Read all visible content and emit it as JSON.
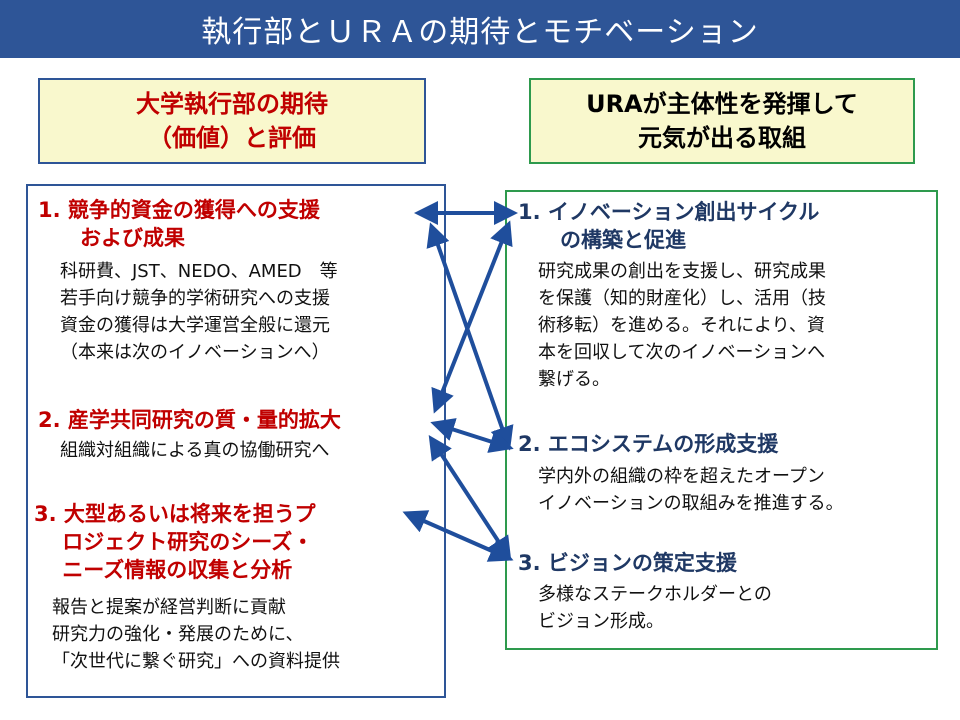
{
  "title": "執行部とＵＲＡの期待とモチベーション",
  "left_header": [
    "大学執行部の期待",
    "（価値）と評価"
  ],
  "right_header": [
    "URAが主体性を発揮して",
    "元気が出る取組"
  ],
  "left_items": [
    {
      "title": [
        "1. 競争的資金の獲得への支援",
        "　　および成果"
      ],
      "body": [
        "科研費、JST、NEDO、AMED　等",
        "若手向け競争的学術研究への支援",
        "資金の獲得は大学運営全般に還元",
        "（本来は次のイノベーションへ）"
      ]
    },
    {
      "title": [
        "2. 産学共同研究の質・量的拡大"
      ],
      "body": [
        "組織対組織による真の協働研究へ"
      ]
    },
    {
      "title": [
        "3. 大型あるいは将来を担うプ",
        "　 ロジェクト研究のシーズ・",
        "　 ニーズ情報の収集と分析"
      ],
      "body": [
        "報告と提案が経営判断に貢献",
        "研究力の強化・発展のために、",
        "「次世代に繋ぐ研究」への資料提供"
      ]
    }
  ],
  "right_items": [
    {
      "title": [
        "1. イノベーション創出サイクル",
        "　　の構築と促進"
      ],
      "body": [
        "研究成果の創出を支援し、研究成果",
        "を保護（知的財産化）し、活用（技",
        "術移転）を進める。それにより、資",
        "本を回収して次のイノベーションへ",
        "繋げる。"
      ]
    },
    {
      "title": [
        "2. エコシステムの形成支援"
      ],
      "body": [
        "学内外の組織の枠を超えたオープン",
        "イノベーションの取組みを推進する。"
      ]
    },
    {
      "title": [
        "3. ビジョンの策定支援"
      ],
      "body": [
        "多様なステークホルダーとの",
        "ビジョン形成。"
      ]
    }
  ],
  "colors": {
    "title_bg": "#2e5597",
    "accent_red": "#c00000",
    "arrow": "#1f4e9c",
    "green_border": "#2e9a4d",
    "header_bg": "#f9f8cd"
  }
}
